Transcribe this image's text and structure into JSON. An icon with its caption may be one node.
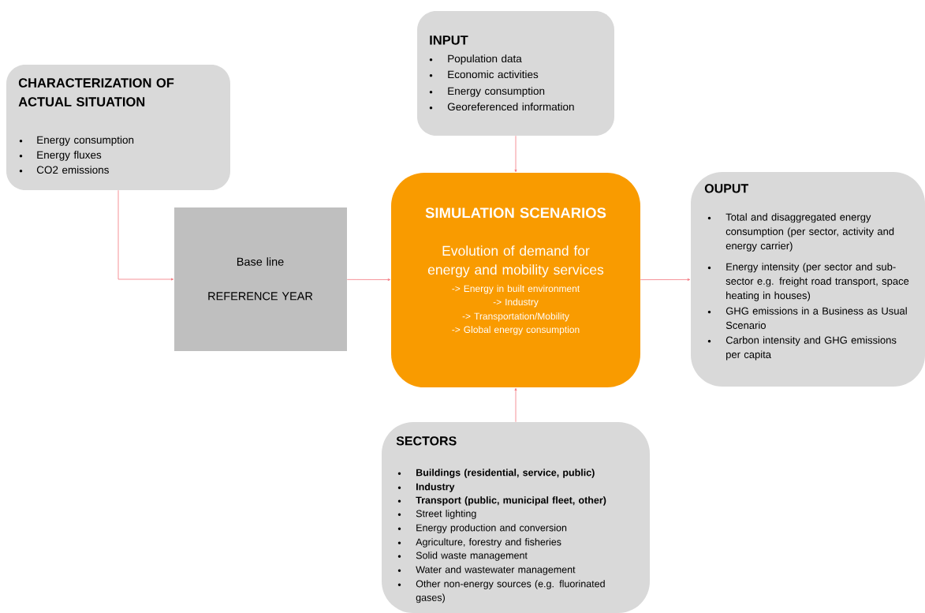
{
  "diagram": {
    "nodes": [
      {
        "text": [
          "CHARACTERIZATION OF ACTUAL SITUATION",
          "Energy consumption",
          "Energy fluxes",
          "CO2 emissions"
        ]
      },
      {
        "text": [
          "INPUT",
          "Population data",
          "Economic activities",
          "Energy consumption",
          "Georeferenced information"
        ]
      },
      {
        "text": [
          "Base line",
          "REFERENCE YEAR"
        ]
      },
      {
        "text": [
          "SIMULATION  SCENARIOS",
          "Evolution of demand for energy and mobility services",
          "-> Energy in built environment",
          "-> Industry",
          "-> Transportation/Mobility",
          "-> Global energy consumption"
        ]
      },
      {
        "text": [
          "OUPUT",
          "Total and disaggregated energy consumption (per sector, activity and energy carrier)",
          "Energy intensity (per sector and sub-sector e.g. freight road transport, space heating in houses)",
          "GHG emissions in a Business as Usual Scenario",
          "Carbon intensity and GHG emissions per capita"
        ]
      },
      {
        "text": [
          "SECTORS",
          "Buildings (residential, service, public)",
          "Industry",
          "Transport (public, municipal fleet, other)",
          "Street lighting",
          "Energy production and conversion",
          "Agriculture, forestry and fisheries",
          "Solid waste management",
          "Water and wastewater management",
          "Other non-energy sources (e.g. fluorinated gases)"
        ]
      }
    ],
    "edges": [
      {
        "from": 0,
        "to": 2,
        "arrow": "to"
      },
      {
        "from": 1,
        "to": 3,
        "arrow": "to"
      },
      {
        "from": 2,
        "to": 3,
        "arrow": "to"
      },
      {
        "from": 3,
        "to": 4,
        "arrow": "to"
      },
      {
        "from": 5,
        "to": 3,
        "arrow": "to"
      }
    ]
  }
}
